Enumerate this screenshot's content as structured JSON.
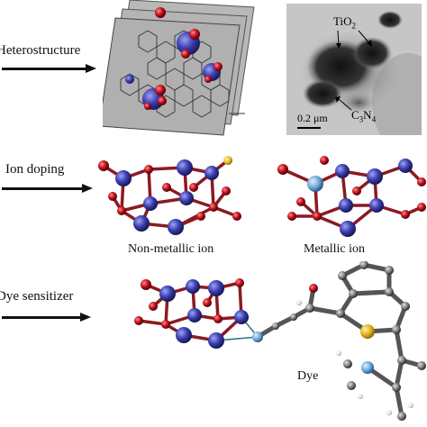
{
  "rows": [
    {
      "label": "Heterostructure"
    },
    {
      "label": "Ion doping"
    },
    {
      "label": "Dye sensitizer"
    }
  ],
  "micrograph": {
    "tio2_label": "TiO",
    "tio2_sub": "2",
    "c3n4_c": "C",
    "c3n4_sub1": "3",
    "c3n4_n": "N",
    "c3n4_sub2": "4",
    "scale_label": "0.2 μm"
  },
  "captions": {
    "non_metallic": "Non-metallic ion",
    "metallic": "Metallic ion",
    "dye": "Dye"
  },
  "colors": {
    "titanium_atom": "#3b3fb0",
    "oxygen_atom": "#c0101a",
    "bond": "#8a1a22",
    "dopant_metal": "#6fa8d8",
    "dopant_nonmetal": "#e8c030",
    "sulfur_atom": "#e4b020",
    "carbon_atom": "#7a7a7a",
    "hydrogen_atom": "#e0e0e0"
  }
}
